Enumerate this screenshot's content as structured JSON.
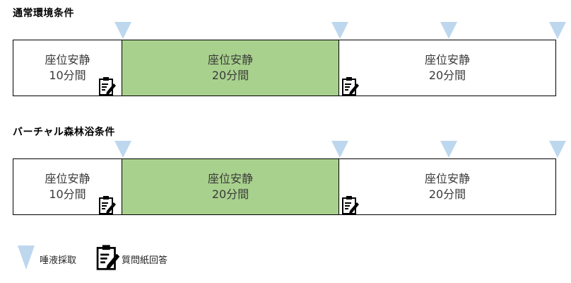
{
  "conditions": [
    {
      "title": "通常環境条件",
      "segments": [
        {
          "line1": "座位安静",
          "line2": "10分間"
        },
        {
          "line1": "座位安静",
          "line2": "20分間"
        },
        {
          "line1": "座位安静",
          "line2": "20分間"
        }
      ]
    },
    {
      "title": "バーチャル森林浴条件",
      "segments": [
        {
          "line1": "座位安静",
          "line2": "10分間"
        },
        {
          "line1": "座位安静",
          "line2": "20分間"
        },
        {
          "line1": "座位安静",
          "line2": "20分間"
        }
      ]
    }
  ],
  "legend": {
    "saliva_label": "唾液採取",
    "questionnaire_label": "質問紙回答"
  },
  "colors": {
    "triangle": "#bdd7ee",
    "green_segment": "#a9d18e",
    "border": "#000000"
  },
  "icons": {
    "marker": "triangle-down-icon",
    "questionnaire": "clipboard-pencil-icon"
  }
}
